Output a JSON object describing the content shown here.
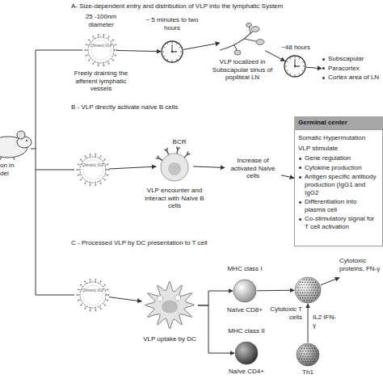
{
  "diagram": {
    "nodes": [
      {
        "text": [
          "25 -100nm diameter",
          "Chimeric VLP",
          "Freely draining the afferent lymphatic vessels"
        ]
      },
      {
        "text": [
          "~ 5 minutes to two hours"
        ]
      },
      {
        "text": [
          "VLP localized in Subscapular sinus of popliteal LN"
        ]
      },
      {
        "text": [
          "~48 hours"
        ]
      },
      {
        "text": [
          "Subscapular",
          "Paracortex",
          "Cortex area of LN"
        ]
      },
      {
        "text": [
          "Chimeric VLP"
        ]
      },
      {
        "text": [
          "BCR",
          "VLP encounter and interact with Naïve B cells"
        ]
      },
      {
        "text": [
          "Increase of activated Naïve cells"
        ]
      },
      {
        "text": [
          "Germinal center",
          "Somatic Hypermutation",
          "VLP stimulate",
          "Gene regulation",
          "Cytokine production",
          "Antigen specific antibody production (IgG1 and IgG2",
          "Differentiation into plasma cell",
          "Co-stimulatory signal for T cell activation"
        ]
      },
      {
        "text": [
          "Chimeric VLP"
        ]
      },
      {
        "text": [
          "VLP uptake by DC"
        ]
      },
      {
        "text": [
          "MHC class I",
          "Naïve CD8+"
        ]
      },
      {
        "text": [
          "Cytotoxic T cells"
        ]
      },
      {
        "text": [
          "Cytotoxic proteins, FN-γ"
        ]
      },
      {
        "text": [
          "MHC class II",
          "Naïve CD4+"
        ]
      },
      {
        "text": [
          "Th1"
        ]
      }
    ],
    "edges": [
      {
        "from": 0,
        "to": 1,
        "arrow": "to"
      },
      {
        "from": 1,
        "to": 2,
        "arrow": "to"
      },
      {
        "from": 2,
        "to": 3,
        "arrow": "to"
      },
      {
        "from": 3,
        "to": 4,
        "arrow": "to"
      },
      {
        "from": 5,
        "to": 6,
        "arrow": "to"
      },
      {
        "from": 6,
        "to": 7,
        "arrow": "to"
      },
      {
        "from": 7,
        "to": 8,
        "arrow": "to"
      },
      {
        "from": 9,
        "to": 10,
        "arrow": "to"
      },
      {
        "from": 10,
        "to": 11,
        "arrow": "to"
      },
      {
        "from": 10,
        "to": 14,
        "arrow": "to"
      },
      {
        "from": 11,
        "to": 12,
        "arrow": "to"
      },
      {
        "from": 12,
        "to": 13,
        "arrow": "to"
      },
      {
        "from": 15,
        "to": 12,
        "label": "IL2 IFN-γ",
        "arrow": "to"
      }
    ],
    "labels": [
      "A- Size-dependent entry and distribution of VLP into the lymphatic System",
      "B - VLP directly activate naïve B cells",
      "C - Processed VLP by DC presentation to T cell",
      "on in del"
    ]
  }
}
